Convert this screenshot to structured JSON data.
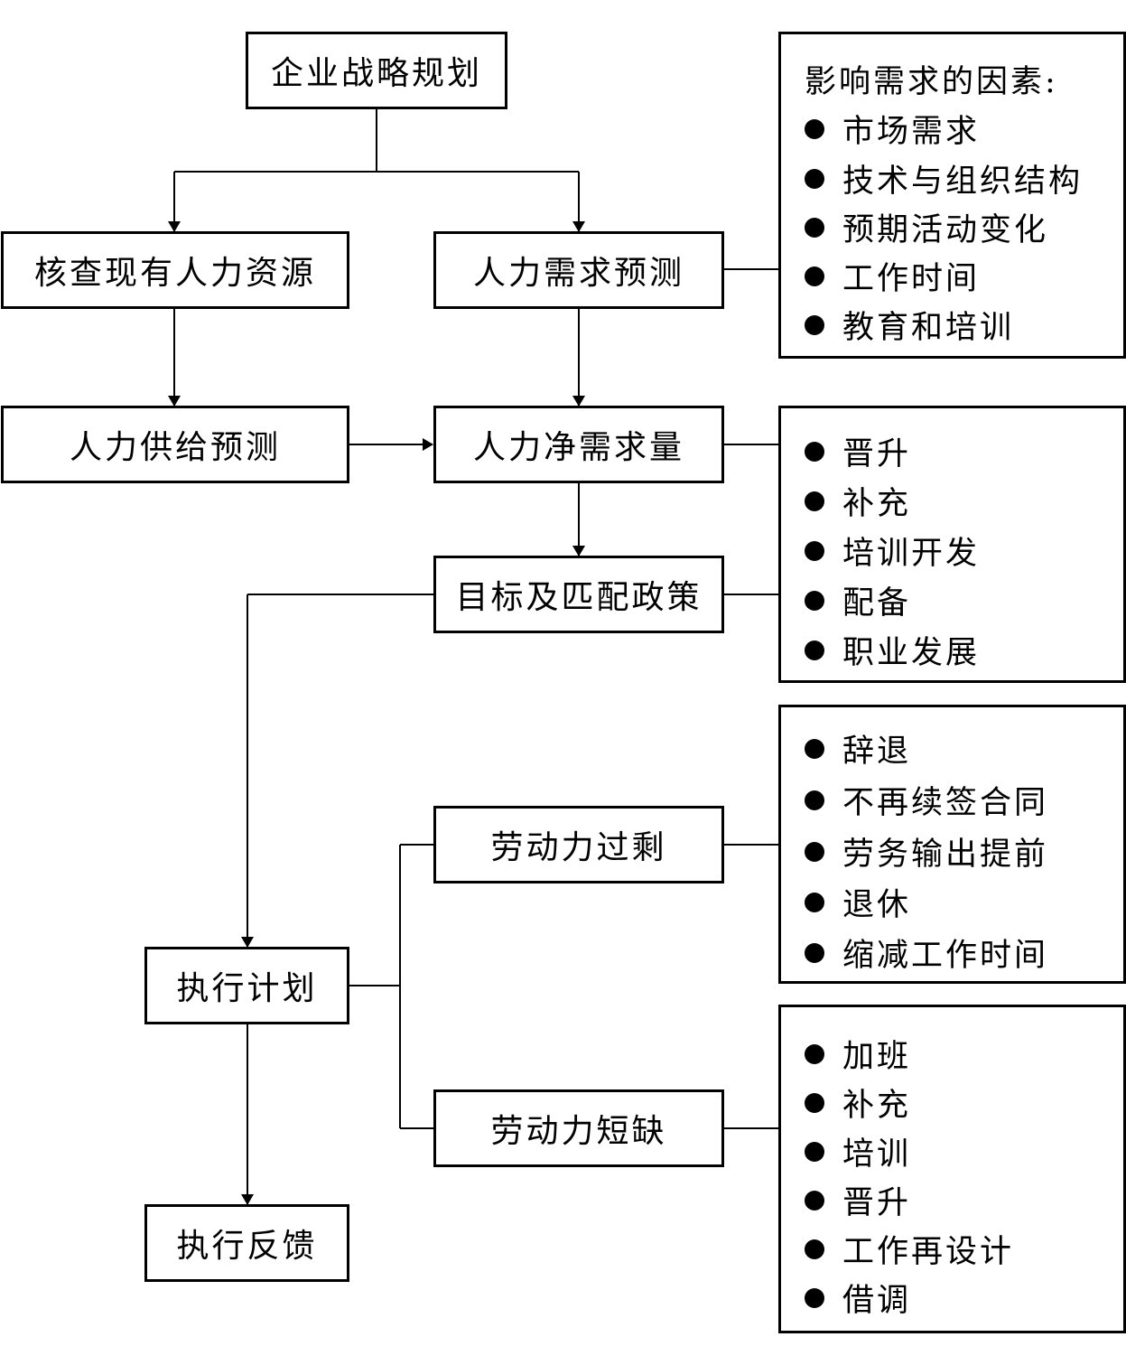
{
  "nodes": {
    "strategy": "企业战略规划",
    "audit": "核查现有人力资源",
    "demand_forecast": "人力需求预测",
    "supply_forecast": "人力供给预测",
    "net_demand": "人力净需求量",
    "goals_policy": "目标及匹配政策",
    "execute_plan": "执行计划",
    "execute_feedback": "执行反馈",
    "labor_surplus": "劳动力过剩",
    "labor_shortage": "劳动力短缺"
  },
  "panels": {
    "demand_factors": {
      "title": "影响需求的因素:",
      "items": [
        "市场需求",
        "技术与组织结构",
        "预期活动变化",
        "工作时间",
        "教育和培训"
      ]
    },
    "policy_measures": {
      "items": [
        "晋升",
        "补充",
        "培训开发",
        "配备",
        "职业发展"
      ]
    },
    "surplus_measures": {
      "items": [
        "辞退",
        "不再续签合同",
        "劳务输出提前",
        "退休",
        "缩减工作时间"
      ]
    },
    "shortage_measures": {
      "items": [
        "加班",
        "补充",
        "培训",
        "晋升",
        "工作再设计",
        "借调"
      ]
    }
  }
}
